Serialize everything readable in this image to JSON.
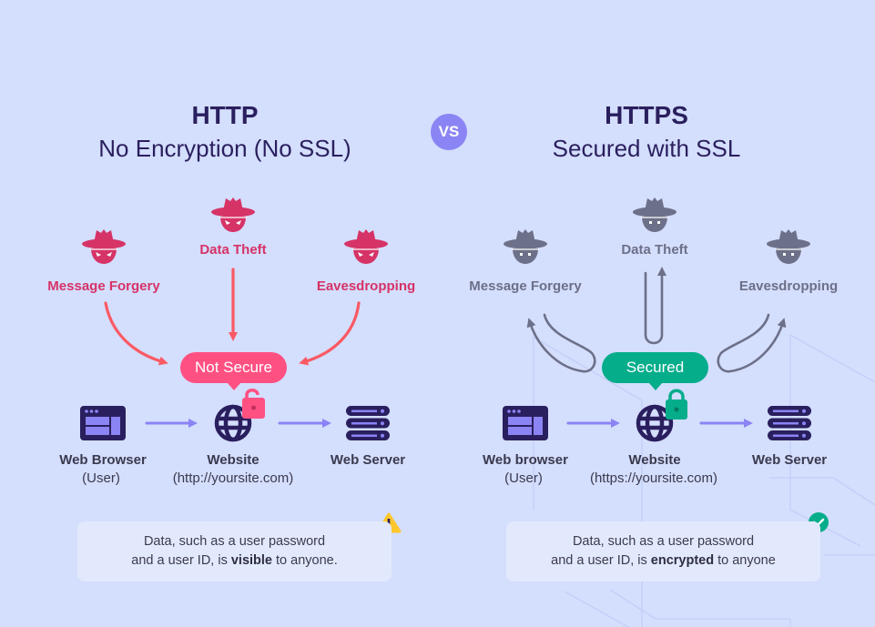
{
  "vs_label": "VS",
  "colors": {
    "background": "#d4defd",
    "title": "#2a1f5e",
    "threat_red": "#d63367",
    "threat_gray": "#6c7088",
    "not_secure": "#ff5082",
    "secured": "#05ad8b",
    "flow_arrow": "#8b84f4",
    "icon_dark": "#2a1f5e",
    "warning": "#ffc72c"
  },
  "http": {
    "title": "HTTP",
    "subtitle": "No Encryption (No SSL)",
    "threats": [
      {
        "label": "Message Forgery",
        "icon": "hacker-icon"
      },
      {
        "label": "Data Theft",
        "icon": "hacker-icon"
      },
      {
        "label": "Eavesdropping",
        "icon": "hacker-icon"
      }
    ],
    "status": "Not Secure",
    "status_icon": "unlocked-padlock-icon",
    "nodes": [
      {
        "label": "Web Browser",
        "sub": "(User)",
        "icon": "browser-window-icon"
      },
      {
        "label": "Website",
        "sub": "(http://yoursite.com)",
        "icon": "globe-icon"
      },
      {
        "label": "Web Server",
        "sub": "",
        "icon": "server-stack-icon"
      }
    ],
    "note": {
      "line1": "Data, such as a user password",
      "line2_pre": "and a user ID, is ",
      "line2_bold": "visible",
      "line2_post": " to anyone.",
      "icon": "warning-icon"
    }
  },
  "https": {
    "title": "HTTPS",
    "subtitle": "Secured with SSL",
    "threats": [
      {
        "label": "Message Forgery",
        "icon": "hacker-icon"
      },
      {
        "label": "Data Theft",
        "icon": "hacker-icon"
      },
      {
        "label": "Eavesdropping",
        "icon": "hacker-icon"
      }
    ],
    "status": "Secured",
    "status_icon": "locked-padlock-icon",
    "nodes": [
      {
        "label": "Web browser",
        "sub": "(User)",
        "icon": "browser-window-icon"
      },
      {
        "label": "Website",
        "sub": "(https://yoursite.com)",
        "icon": "globe-icon"
      },
      {
        "label": "Web Server",
        "sub": "",
        "icon": "server-stack-icon"
      }
    ],
    "note": {
      "line1": "Data, such as a user password",
      "line2_pre": "and a user ID, is ",
      "line2_bold": "encrypted",
      "line2_post": " to anyone",
      "icon": "check-circle-icon"
    }
  }
}
